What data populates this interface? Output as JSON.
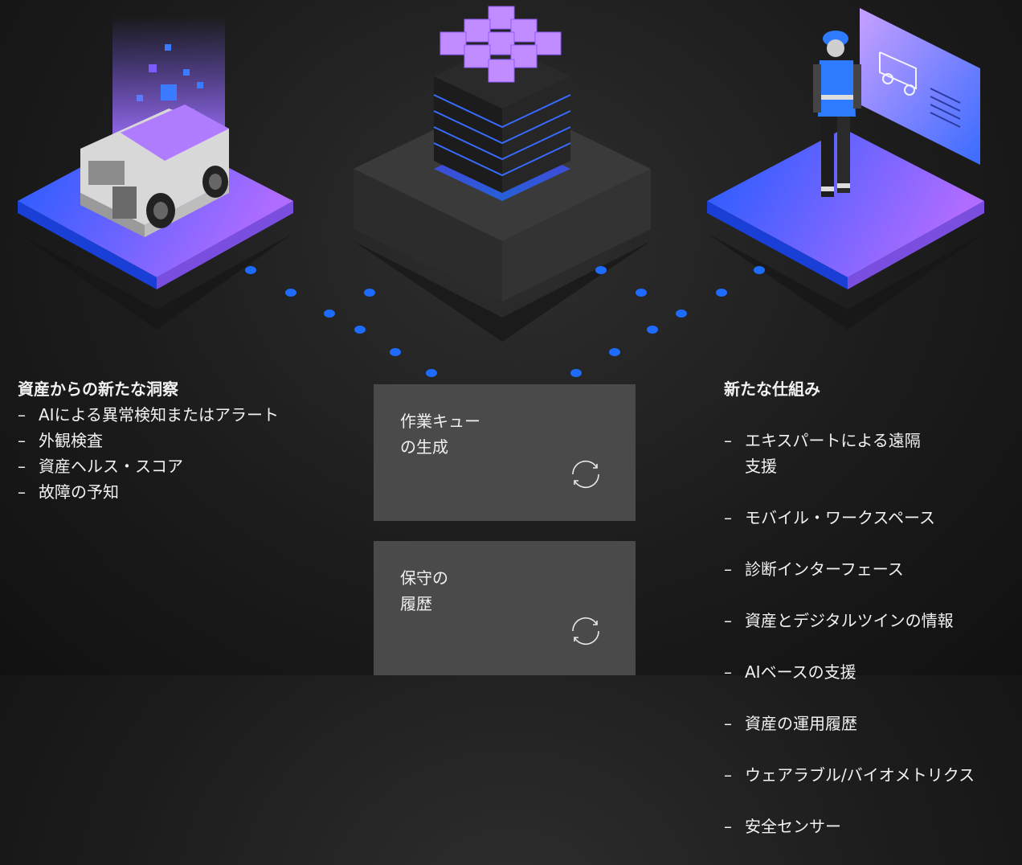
{
  "left_section": {
    "title": "資産からの新たな洞察",
    "items": [
      "AIによる異常検知またはアラート",
      "外観検査",
      "資産ヘルス・スコア",
      "故障の予知"
    ]
  },
  "center_cards": [
    {
      "label": "作業キュー\nの生成",
      "icon": "refresh-icon"
    },
    {
      "label": "保守の\n履歴",
      "icon": "refresh-icon"
    }
  ],
  "right_section": {
    "title": "新たな仕組み",
    "items": [
      "エキスパートによる遠隔\n支援",
      "モバイル・ワークスペース",
      "診断インターフェース",
      "資産とデジタルツインの情報",
      "AIベースの支援",
      "資産の運用履歴",
      "ウェアラブル/バイオメトリクス",
      "安全センサー"
    ]
  },
  "colors": {
    "background": "#1c1c1c",
    "platform_blue": "#1f5bff",
    "platform_purple": "#b06cff",
    "dot_blue": "#1e6bff",
    "card_gray": "#4a4a4a"
  },
  "illustrations": [
    "mining-truck-icon",
    "data-cube-stack-icon",
    "field-worker-icon"
  ]
}
